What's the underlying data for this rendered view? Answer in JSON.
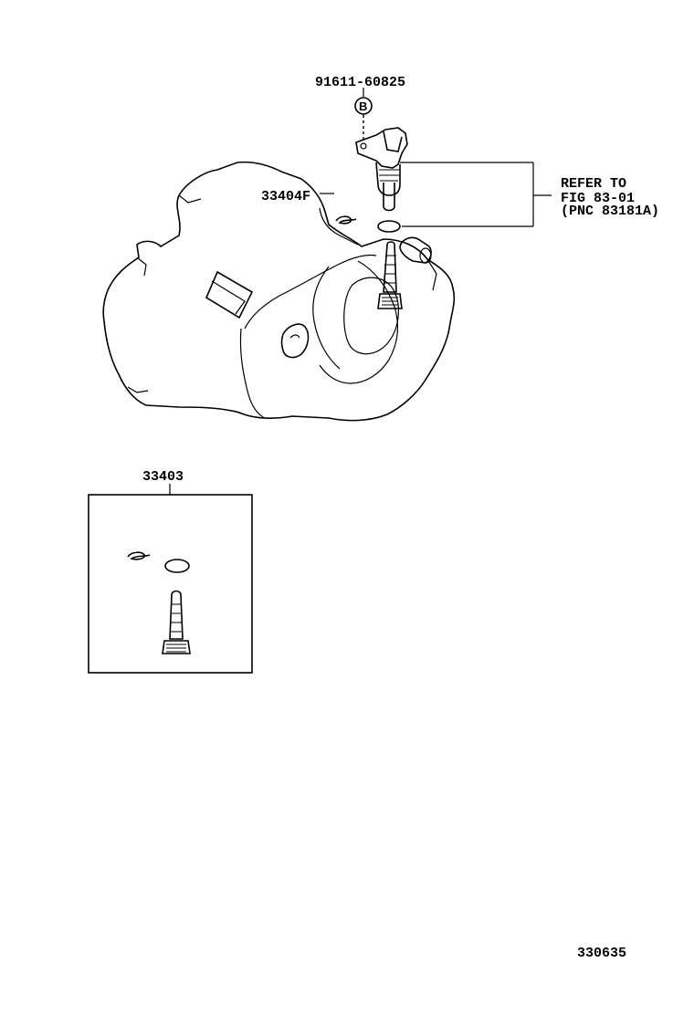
{
  "labels": {
    "bolt_part_no": "91611-60825",
    "bolt_circle_letter": "B",
    "clip_part_no": "33404F",
    "refer_line1": "REFER TO",
    "refer_line2": "FIG 83-01",
    "refer_line3": "(PNC 83181A)",
    "kit_part_no": "33403",
    "diagram_id": "330635"
  }
}
